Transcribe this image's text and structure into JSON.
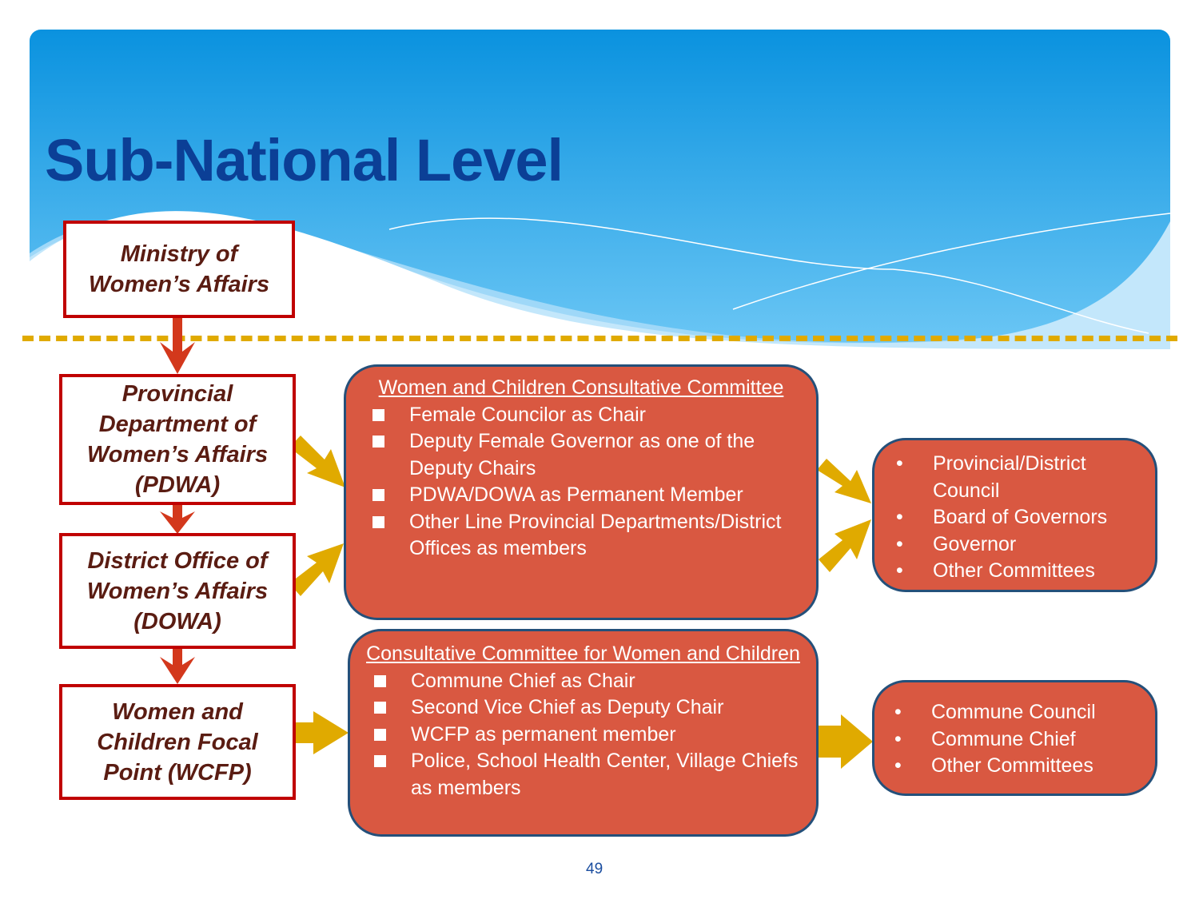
{
  "title": "Sub-National Level",
  "left_boxes": [
    "Ministry of Women’s Affairs",
    "Provincial Department of Women’s Affairs (PDWA)",
    "District Office of Women’s Affairs (DOWA)",
    "Women and Children Focal Point (WCFP)"
  ],
  "committee_provincial": {
    "heading": "Women and Children Consultative Committee",
    "items": [
      "Female Councilor as Chair",
      "Deputy Female Governor as one of the Deputy Chairs",
      "PDWA/DOWA as Permanent Member",
      "Other Line Provincial Departments/District Offices as members"
    ]
  },
  "committee_commune": {
    "heading": "Consultative Committee for Women and Children",
    "items": [
      "Commune Chief as Chair",
      "Second Vice Chief as Deputy Chair",
      "WCFP as permanent member",
      "Police, School Health Center, Village Chiefs as members"
    ]
  },
  "provincial_targets": [
    "Provincial/District Council",
    "Board of Governors",
    "Governor",
    "Other Committees"
  ],
  "commune_targets": [
    "Commune Council",
    "Commune Chief",
    "Other Committees"
  ],
  "page_number": "49",
  "colors": {
    "title": "#0b3f96",
    "box_fill": "#d95841",
    "box_border": "#24507a",
    "left_border": "#c00000",
    "red_arrow": "#d3381c",
    "yellow_arrow": "#e0aa00"
  }
}
